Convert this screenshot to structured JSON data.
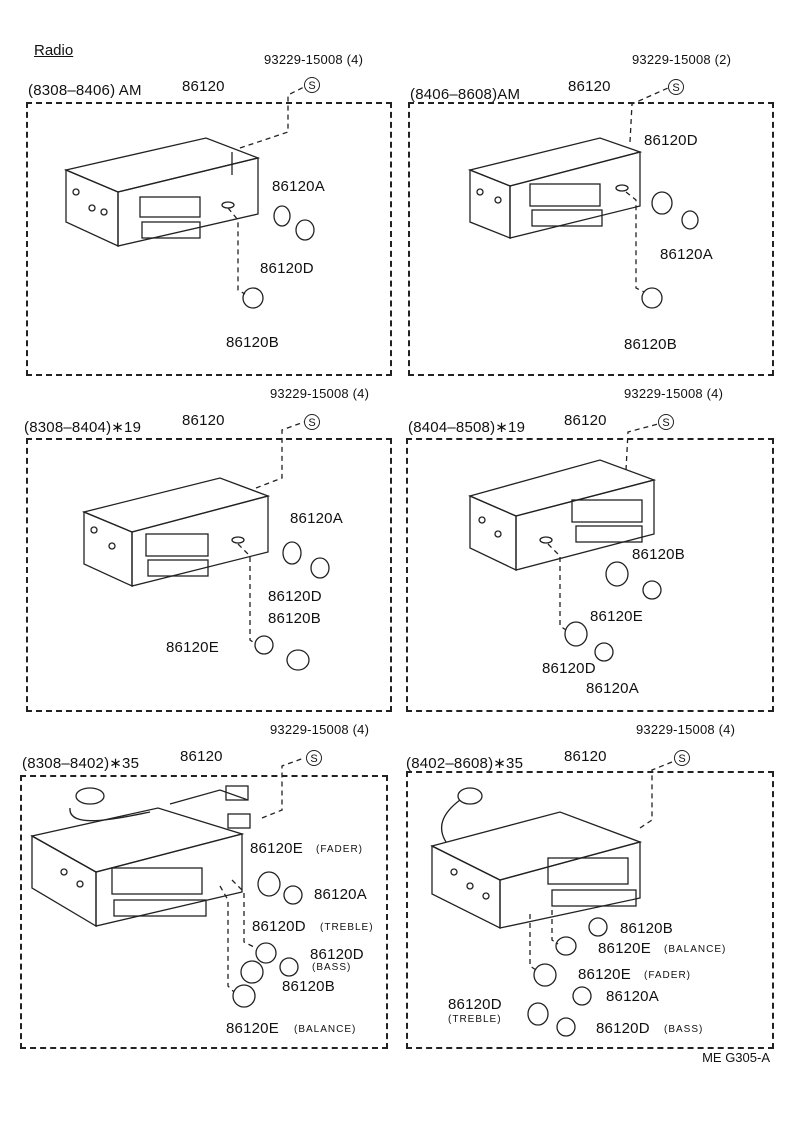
{
  "title": "Radio",
  "footer_code": "ME G305-A",
  "symbol": "S",
  "panels": [
    {
      "range": "(8308–8406) AM",
      "part_main": "86120",
      "screw": "93229-15008 (4)",
      "callouts": [
        "86120A",
        "86120D",
        "86120B"
      ]
    },
    {
      "range": "(8406–8608)AM",
      "part_main": "86120",
      "screw": "93229-15008 (2)",
      "callouts": [
        "86120D",
        "86120A",
        "86120B"
      ]
    },
    {
      "range": "(8308–8404)∗19",
      "part_main": "86120",
      "screw": "93229-15008 (4)",
      "callouts": [
        "86120A",
        "86120D",
        "86120B",
        "86120E"
      ]
    },
    {
      "range": "(8404–8508)∗19",
      "part_main": "86120",
      "screw": "93229-15008 (4)",
      "callouts": [
        "86120B",
        "86120E",
        "86120D",
        "86120A"
      ]
    },
    {
      "range": "(8308–8402)∗35",
      "part_main": "86120",
      "screw": "93229-15008 (4)",
      "callouts": [
        "86120E",
        "(FADER)",
        "86120A",
        "86120D",
        "(TREBLE)",
        "86120D",
        "(BASS)",
        "86120B",
        "86120E",
        "(BALANCE)"
      ]
    },
    {
      "range": "(8402–8608)∗35",
      "part_main": "86120",
      "screw": "93229-15008 (4)",
      "callouts": [
        "86120B",
        "86120E",
        "(BALANCE)",
        "86120E",
        "(FADER)",
        "86120A",
        "86120D",
        "(TREBLE)",
        "86120D",
        "(BASS)"
      ]
    }
  ]
}
